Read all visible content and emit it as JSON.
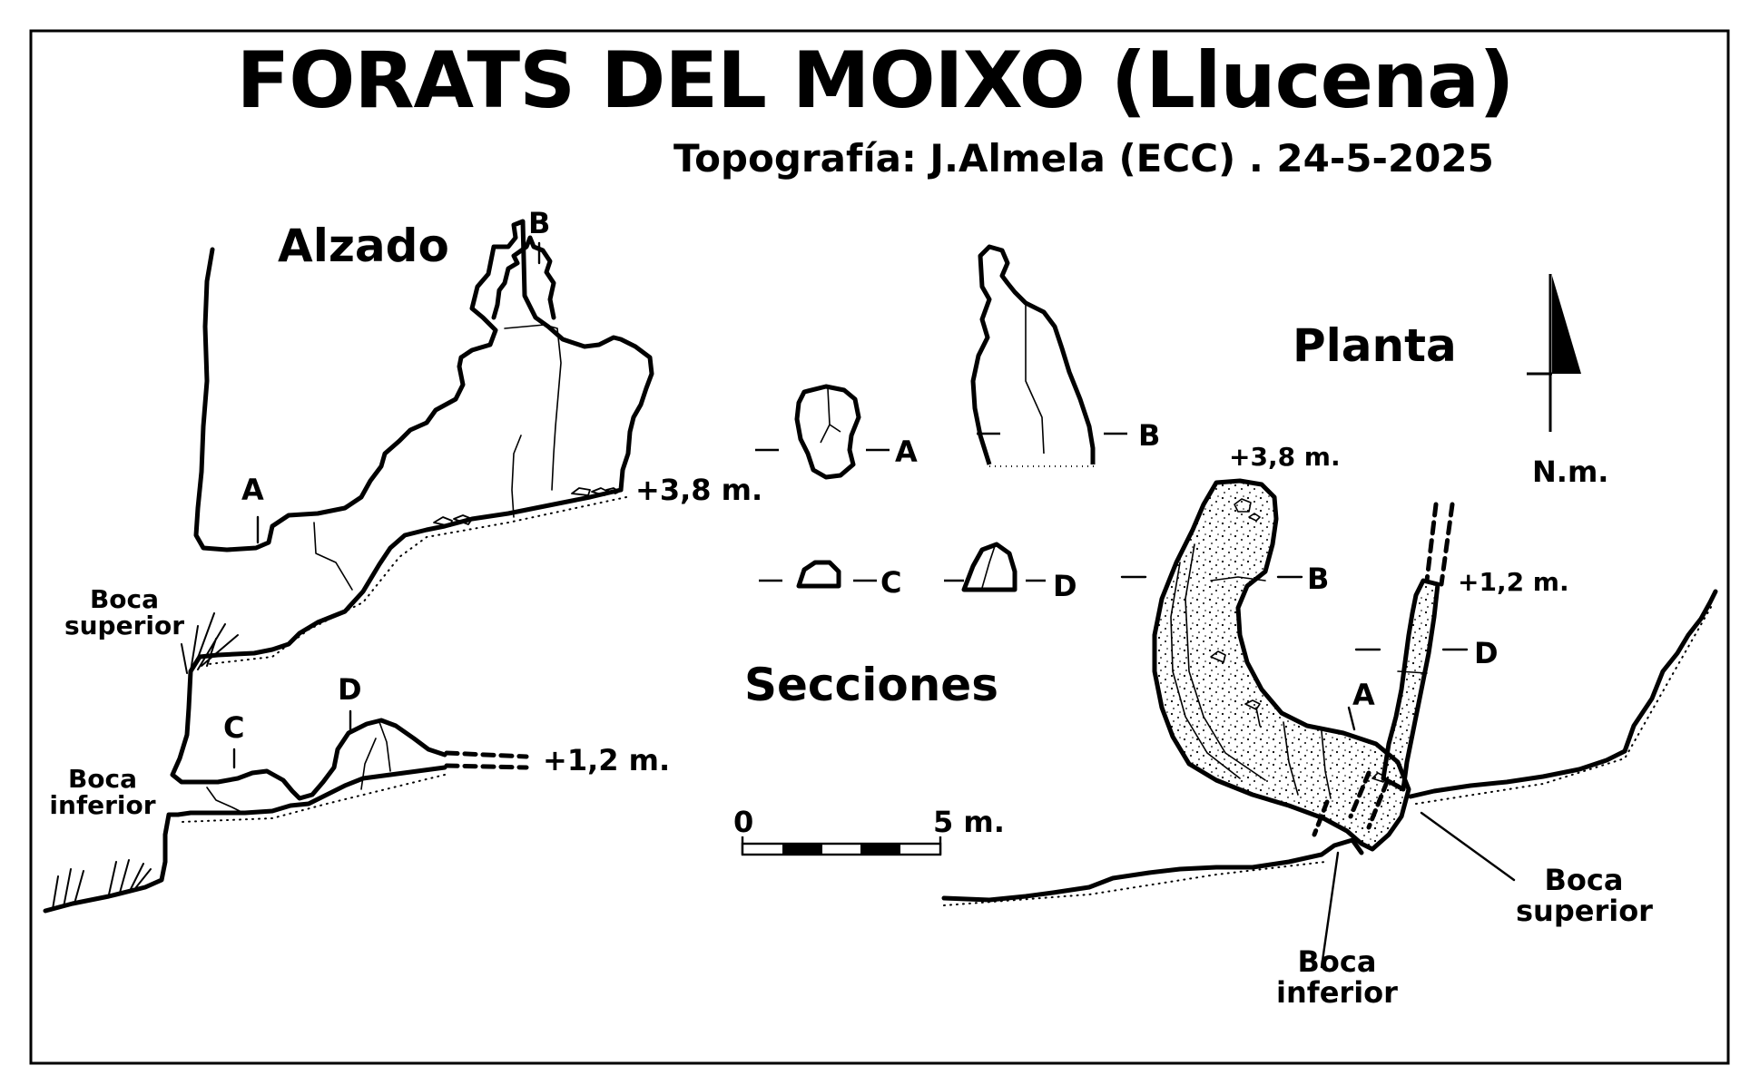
{
  "title": "FORATS DEL MOIXO (Llucena)",
  "credit": "Topografía: J.Almela (ECC) . 24-5-2025",
  "views": {
    "elevation": "Alzado",
    "sections": "Secciones",
    "plan": "Planta"
  },
  "elevation_labels": {
    "point_a": "A",
    "point_b": "B",
    "point_c": "C",
    "point_d": "D",
    "height_upper": "+3,8 m.",
    "height_lower": "+1,2 m.",
    "upper_entrance": "Boca superior",
    "lower_entrance": "Boca inferior"
  },
  "section_labels": [
    "A",
    "B",
    "C",
    "D"
  ],
  "plan_labels": {
    "height_upper": "+3,8 m.",
    "height_lower": "+1,2 m.",
    "point_a": "A",
    "point_b": "B",
    "point_d": "D",
    "upper_entrance": "Boca superior",
    "lower_entrance": "Boca inferior"
  },
  "north": "N.m.",
  "scale": {
    "start": "0",
    "end": "5 m."
  },
  "colors": {
    "ink": "#000000",
    "paper": "#ffffff"
  }
}
